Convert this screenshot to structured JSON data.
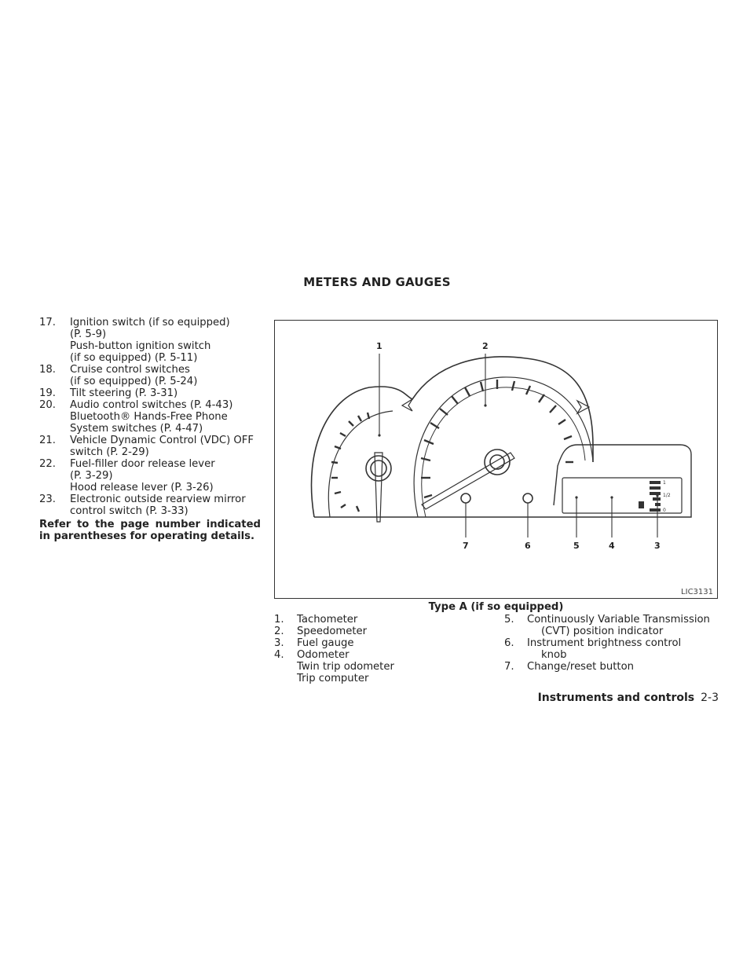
{
  "section_title": "METERS AND GAUGES",
  "left_list": [
    {
      "num": "17.",
      "line1": "Ignition switch (if so equipped)",
      "line2": "(P. 5-9)",
      "sub": [
        "Push-button ignition switch",
        "(if so equipped) (P. 5-11)"
      ]
    },
    {
      "num": "18.",
      "line1": "Cruise control switches",
      "line2": "(if so equipped) (P. 5-24)"
    },
    {
      "num": "19.",
      "line1": "Tilt steering (P. 3-31)"
    },
    {
      "num": "20.",
      "line1": "Audio control switches (P. 4-43)",
      "sub": [
        "Bluetooth® Hands-Free Phone",
        "System switches (P. 4-47)"
      ]
    },
    {
      "num": "21.",
      "line1": "Vehicle Dynamic Control (VDC) OFF",
      "line2": "switch (P. 2-29)"
    },
    {
      "num": "22.",
      "line1": "Fuel-filler door release lever",
      "line2": "(P. 3-29)",
      "sub": [
        "Hood release lever (P. 3-26)"
      ]
    },
    {
      "num": "23.",
      "line1": "Electronic outside rearview mirror",
      "line2": "control switch (P. 3-33)"
    }
  ],
  "note": "Refer to the page number indicated in parentheses for operating details.",
  "figure": {
    "code": "LIC3131",
    "callouts": [
      "1",
      "2",
      "7",
      "6",
      "5",
      "4",
      "3"
    ],
    "fuel_scale": [
      "1",
      "1/2",
      "0"
    ]
  },
  "caption": "Type A (if so equipped)",
  "legend_left": [
    {
      "num": "1.",
      "text": "Tachometer"
    },
    {
      "num": "2.",
      "text": "Speedometer"
    },
    {
      "num": "3.",
      "text": "Fuel gauge"
    },
    {
      "num": "4.",
      "text": "Odometer",
      "sub": [
        "Twin trip odometer",
        "Trip computer"
      ]
    }
  ],
  "legend_right": [
    {
      "num": "5.",
      "line1": "Continuously Variable Transmission",
      "line2": "(CVT) position indicator"
    },
    {
      "num": "6.",
      "line1": "Instrument brightness control",
      "line2": "knob"
    },
    {
      "num": "7.",
      "line1": "Change/reset button"
    }
  ],
  "footer": {
    "chapter": "Instruments and controls",
    "page": "2-3"
  }
}
